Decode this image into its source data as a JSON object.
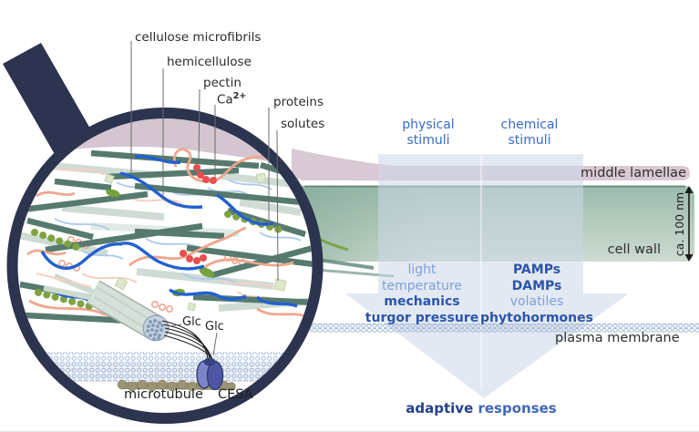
{
  "magnifier": {
    "callouts": {
      "cellulose": "cellulose microfibrils",
      "hemicellulose": "hemicellulose",
      "pectin": "pectin",
      "calcium_base": "Ca",
      "calcium_sup": "2+",
      "proteins": "proteins",
      "solutes": "solutes"
    },
    "inner": {
      "glc1": "Glc",
      "glc2": "Glc",
      "microtubule": "microtubule",
      "cesa": "CESA"
    }
  },
  "layers": {
    "middle_lamellae": "middle lamellae",
    "cell_wall": "cell wall",
    "wall_thickness": "ca. 100 nm",
    "plasma_membrane": "plasma membrane"
  },
  "stimuli": {
    "columns": [
      {
        "header": [
          "physical",
          "stimuli"
        ],
        "items": [
          {
            "text": "light",
            "bold": false
          },
          {
            "text": "temperature",
            "bold": false
          },
          {
            "text": "mechanics",
            "bold": true
          },
          {
            "text": "turgor pressure",
            "bold": true
          }
        ]
      },
      {
        "header": [
          "chemical",
          "stimuli"
        ],
        "items": [
          {
            "text": "PAMPs",
            "bold": true
          },
          {
            "text": "DAMPs",
            "bold": true
          },
          {
            "text": "volatiles",
            "bold": false
          },
          {
            "text": "phytohormones",
            "bold": true
          }
        ]
      }
    ],
    "outcome_word1": "adaptive",
    "outcome_word2": "responses"
  },
  "colors": {
    "frame_navy": "#2c344f",
    "microfibril_teal": "#567a6e",
    "hemicellulose_blue": "#2160cf",
    "pectin_salmon": "#f0a68c",
    "calcium_red": "#e84f4f",
    "protein_olive": "#7fa342",
    "membrane_blue": "#9db3d4",
    "middle_lamellae_pink": "#d9c9d4",
    "cell_wall_green": "#a3bfb1",
    "cesa_indigo": "#4d57a6",
    "microtubule_khaki": "#8f8a66",
    "stimuli_blue_bold": "#2b55ab",
    "stimuli_blue_light": "#7e9ed8",
    "header_blue": "#3a6bc6",
    "arrow_fill": "#ccd7e8"
  }
}
